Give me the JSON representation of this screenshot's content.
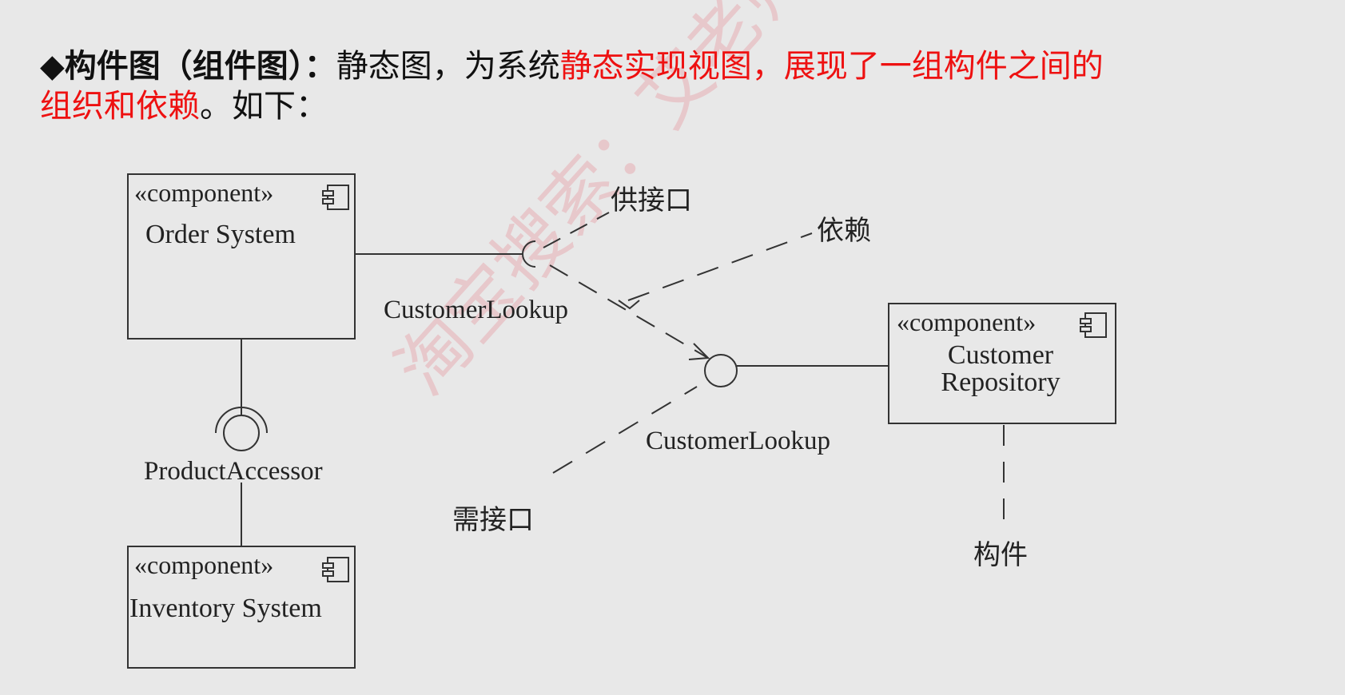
{
  "heading": {
    "bullet": "◆",
    "title": "构件图（组件图）",
    "colon": "：",
    "text1": "静态图，为系统",
    "highlight1": "静态实现视图，展现了一组构件之间的",
    "highlight2": "组织和依赖",
    "text2": "。如下："
  },
  "diagram": {
    "components": [
      {
        "stereotype": "«component»",
        "name": "Order System"
      },
      {
        "stereotype": "«component»",
        "name": "Inventory System"
      },
      {
        "stereotype": "«component»",
        "name_line1": "Customer",
        "name_line2": "Repository"
      }
    ],
    "interfaces": {
      "product_accessor": "ProductAccessor",
      "customer_lookup_required": "CustomerLookup",
      "customer_lookup_provided": "CustomerLookup"
    },
    "annotations": {
      "provided_interface": "供接口",
      "dependency": "依赖",
      "required_interface": "需接口",
      "component": "构件"
    },
    "component_icon": "component-icon"
  },
  "watermark": "淘宝搜索：艾老师软件设计"
}
